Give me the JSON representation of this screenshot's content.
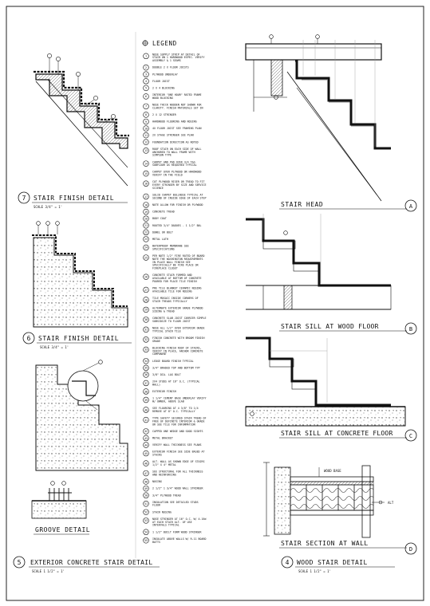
{
  "legend": {
    "title": "LEGEND",
    "items": [
      {
        "num": "1",
        "text": "NOSE SUPPLY STRIP AT DETAIL OF STAIR ON 1 HARDWOOD ESPEC. VERIFY ASSEMBLY & 1 SEAMS"
      },
      {
        "num": "2",
        "text": "DOUBLE 2 X FLOOR JOISTS"
      },
      {
        "num": "3",
        "text": "PLYWOOD UNDERLAY"
      },
      {
        "num": "4",
        "text": "FLOOR JOIST"
      },
      {
        "num": "5",
        "text": "2 X 4 BLOCKING"
      },
      {
        "num": "6",
        "text": "INTERIOR \"ONE HOUR\" RATED FRAME WOOD BLOCKING"
      },
      {
        "num": "7",
        "text": "NOSE THICK WOODEN NOT SHOWN FOR CLARITY. FINISH MATERIALS SET IN"
      },
      {
        "num": "8",
        "text": "2 X 12 STRINGER"
      },
      {
        "num": "9",
        "text": "HARDWOOD FLOORING AND NOSING"
      },
      {
        "num": "10",
        "text": "4X FLOOR JOIST SEE FRAMING PLAN"
      },
      {
        "num": "11",
        "text": "2X STAGE STRINGER SEE PLAN"
      },
      {
        "num": "12",
        "text": "FOUNDATION DIRECTION AS NOTED"
      },
      {
        "num": "13",
        "text": "ROOF STAIR ON EACH SIDE OF WALL ANCHORED TO WALL FRAME WITH SIMPSON TYPE"
      },
      {
        "num": "14",
        "text": "CARPET AND PAD OVER 3/4 T&G SUBFLOOR AS REQUIRED TYPICAL"
      },
      {
        "num": "15",
        "text": "CARPET OVER PLYWOOD OR HARDWOOD VERIFY IN THE FIELD"
      },
      {
        "num": "16",
        "text": "CUT PLYWOOD RISER OR TREAD TO FIT EVERY STRINGER BY SIZE AND SERVICE SCIENCE"
      },
      {
        "num": "17",
        "text": "SOLID CARPET BULLNOSE TYPICAL AT SECOND OF INSIDE EDGE OF EACH STEP"
      },
      {
        "num": "18",
        "text": "NOTE ALLOW FOR FINISH OR PLYWOOD"
      },
      {
        "num": "19",
        "text": "CONCRETE TREAD"
      },
      {
        "num": "20",
        "text": "BODY COAT"
      },
      {
        "num": "21",
        "text": "ROUTED 3/4\" DADOES - 1 1/2\" BAL"
      },
      {
        "num": "22",
        "text": "DOWEL OR BOLT"
      },
      {
        "num": "23",
        "text": "METAL LATH"
      },
      {
        "num": "24",
        "text": "WATERPROOF MEMBRANE SEE SPECIFICATIONS"
      },
      {
        "num": "25",
        "text": "PER NOTE 1/2\" FIRE RATED OF BOARD NOTE THE WASHINGTON REQUIREMENTS IN PLACE WALL FINISH SEE SPECIFICALLY BE FIRE PLACE OR FIREPLACE CLOSET"
      },
      {
        "num": "26",
        "text": "CONCRETE STAIR FORMED AND AVAILABLE AT BOTTOM OF CONCRETE POURED FOR PLACE TILE FINISH"
      },
      {
        "num": "27",
        "text": "PRE TILE BLANKET CERAMIC NOSING AVAILABLE TILE FOR NOSING"
      },
      {
        "num": "28",
        "text": "TILE MOSAIC INSIDE CORNERS OF STAIR TREADS TYPICALLY"
      },
      {
        "num": "29",
        "text": "ALTERNATE EXTERIOR GRADE PLYWOOD SIDING & TREAD"
      },
      {
        "num": "30",
        "text": "CONCRETE SLAB JOIST CARRIER SIMPLE SUBSIDIZE TO FLOOR JOIST"
      },
      {
        "num": "31",
        "text": "NOSE ALL 1/2\" OVER EXTERIOR GRADE TYPICAL STAIR TILE"
      },
      {
        "num": "32",
        "text": "FINISH CONCRETE WITH BROOM FINISH GRADE"
      },
      {
        "num": "33",
        "text": "BLOCKING FINISH ROOF OF STAIRS, VERIFY IN PLACE, ANCHOR CONCRETE COMPONENT"
      },
      {
        "num": "34",
        "text": "LEDGE BOARD FINISH TYPICAL"
      },
      {
        "num": "35",
        "text": "3/4\" BRADED TOP AND BOTTOM TYP"
      },
      {
        "num": "36",
        "text": "3/8\" DIA. LAG BOLT"
      },
      {
        "num": "37",
        "text": "2X4 STUDS AT 16\" O.C. (TYPICAL WALL)"
      },
      {
        "num": "38",
        "text": "EXTERIOR FINISH"
      },
      {
        "num": "39",
        "text": "1 1/4\" CEMENT BASE UNDERLAY VERIFY W/ OWNER, ABOVE SLAB"
      },
      {
        "num": "40",
        "text": "SEE FLOORING AT 4 3/8\" TO 1/4 REMOVE AT 8\" O.C. TYPICALLY"
      },
      {
        "num": "41",
        "text": "TYPE SAFETY SECURED STAIR TREAD OF FREE OF DEFINITE INTERIOR & GRADE OR SEE TILE FOR INFORMATION"
      },
      {
        "num": "42",
        "text": "CAPPED ONE WEDGE AND GOOD SIGHTS"
      },
      {
        "num": "43",
        "text": "METAL BRACKET"
      },
      {
        "num": "44",
        "text": "VERIFY WALL THICKNESS SEE PLANS"
      },
      {
        "num": "45",
        "text": "EXTERIOR FINISH SEE SIDE BASED AT STAIRS"
      },
      {
        "num": "46",
        "text": "ALT. WALL AS SHOWN EDGE OF STAIRS 1/2\" X 4\" METAL"
      },
      {
        "num": "47",
        "text": "SEE STRUCTURAL FOR ALL THICKNESS AND REINFORCING"
      },
      {
        "num": "48",
        "text": "NOSING"
      },
      {
        "num": "49",
        "text": "2 1/2\" 1 3/4\" WOOD WALL STRINGER"
      },
      {
        "num": "50",
        "text": "3/4\" PLYWOOD TREAD"
      },
      {
        "num": "51",
        "text": "INSULATION SEE DETAILED STUDS FLOOR"
      },
      {
        "num": "52",
        "text": "STAIR NOSING"
      },
      {
        "num": "53",
        "text": "NOSE STRINGER AT 16\" O.C. W/ 4-16d AT EACH STAIR ALT. OF USE INTERVALS TYPICAL"
      },
      {
        "num": "54",
        "text": "1 1/2\" BUILT FORM WOOD STRINGER"
      },
      {
        "num": "55",
        "text": "INSULATE ABOVE WALLS W/ R-11 BOARD BATTS"
      }
    ]
  },
  "details": {
    "d7": {
      "num": "7",
      "title": "STAIR FINISH DETAIL",
      "scale": "SCALE 3/4\" = 1'"
    },
    "d6": {
      "num": "6",
      "title": "STAIR FINISH DETAIL",
      "scale": "SCALE 3/4\" = 1'"
    },
    "groove": {
      "title": "GROOVE DETAIL"
    },
    "d5": {
      "num": "5",
      "title": "EXTERIOR CONCRETE STAIR DETAIL",
      "scale": "SCALE 1 1/2\" = 1'"
    },
    "d4": {
      "num": "4",
      "title": "WOOD STAIR DETAIL",
      "scale": "SCALE 1 1/2\" = 1'"
    },
    "a": {
      "title": "STAIR HEAD",
      "letter": "A"
    },
    "b": {
      "title": "STAIR SILL AT WOOD FLOOR",
      "letter": "B"
    },
    "c": {
      "title": "STAIR SILL AT CONCRETE FLOOR",
      "letter": "C"
    },
    "d": {
      "title": "STAIR SECTION AT WALL",
      "letter": "D"
    },
    "note_wood_base": "WOOD BASE",
    "note_alt": "ALT"
  }
}
